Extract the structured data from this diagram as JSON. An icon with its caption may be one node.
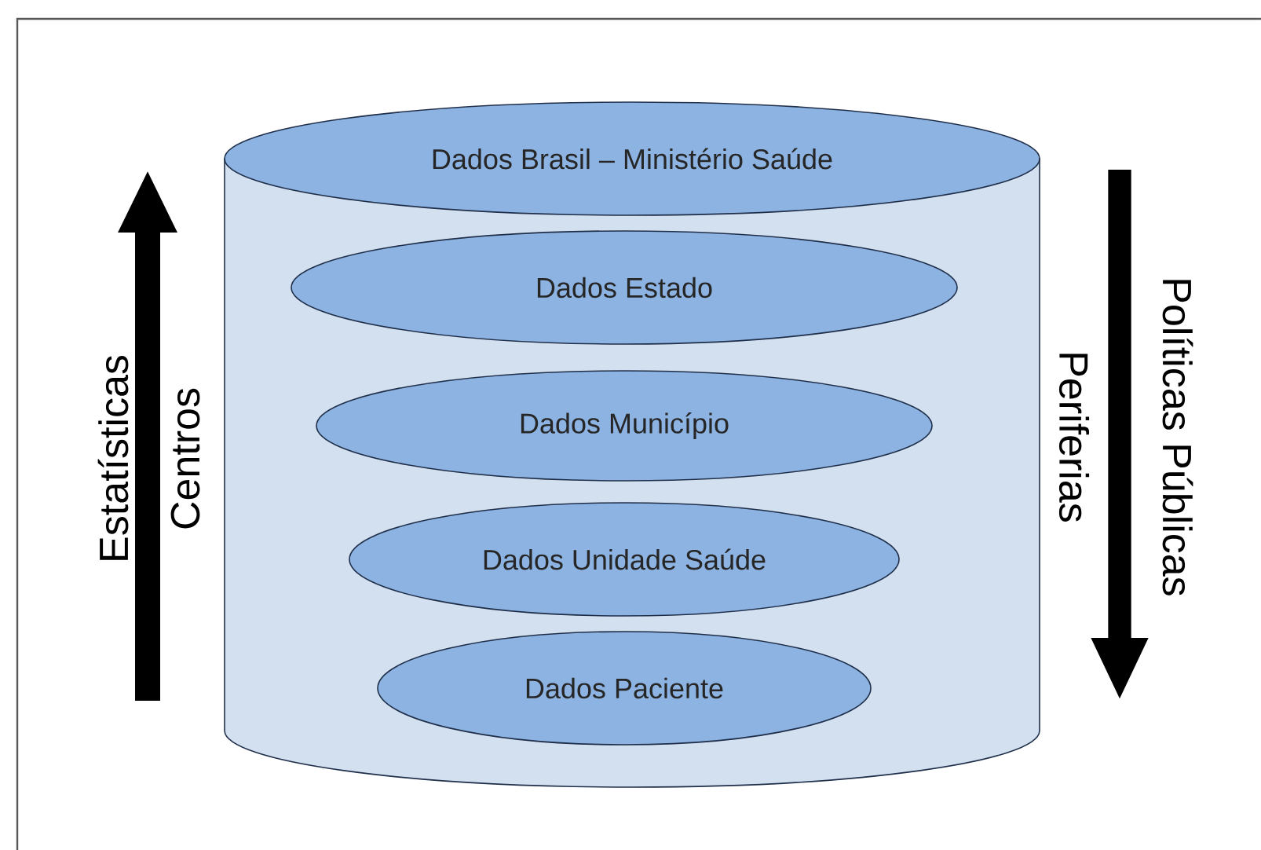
{
  "diagram": {
    "nodes": [
      {
        "text": [
          "Dados Brasil – Ministério Saúde"
        ]
      },
      {
        "text": [
          "Dados Estado"
        ],
        "in": 0
      },
      {
        "text": [
          "Dados Município"
        ],
        "in": 0
      },
      {
        "text": [
          "Dados Unidade Saúde"
        ],
        "in": 0
      },
      {
        "text": [
          "Dados Paciente"
        ],
        "in": 0
      }
    ],
    "labels": [
      "Estatísticas",
      "Centros",
      "Políticas Públicas",
      "Periferias"
    ]
  }
}
